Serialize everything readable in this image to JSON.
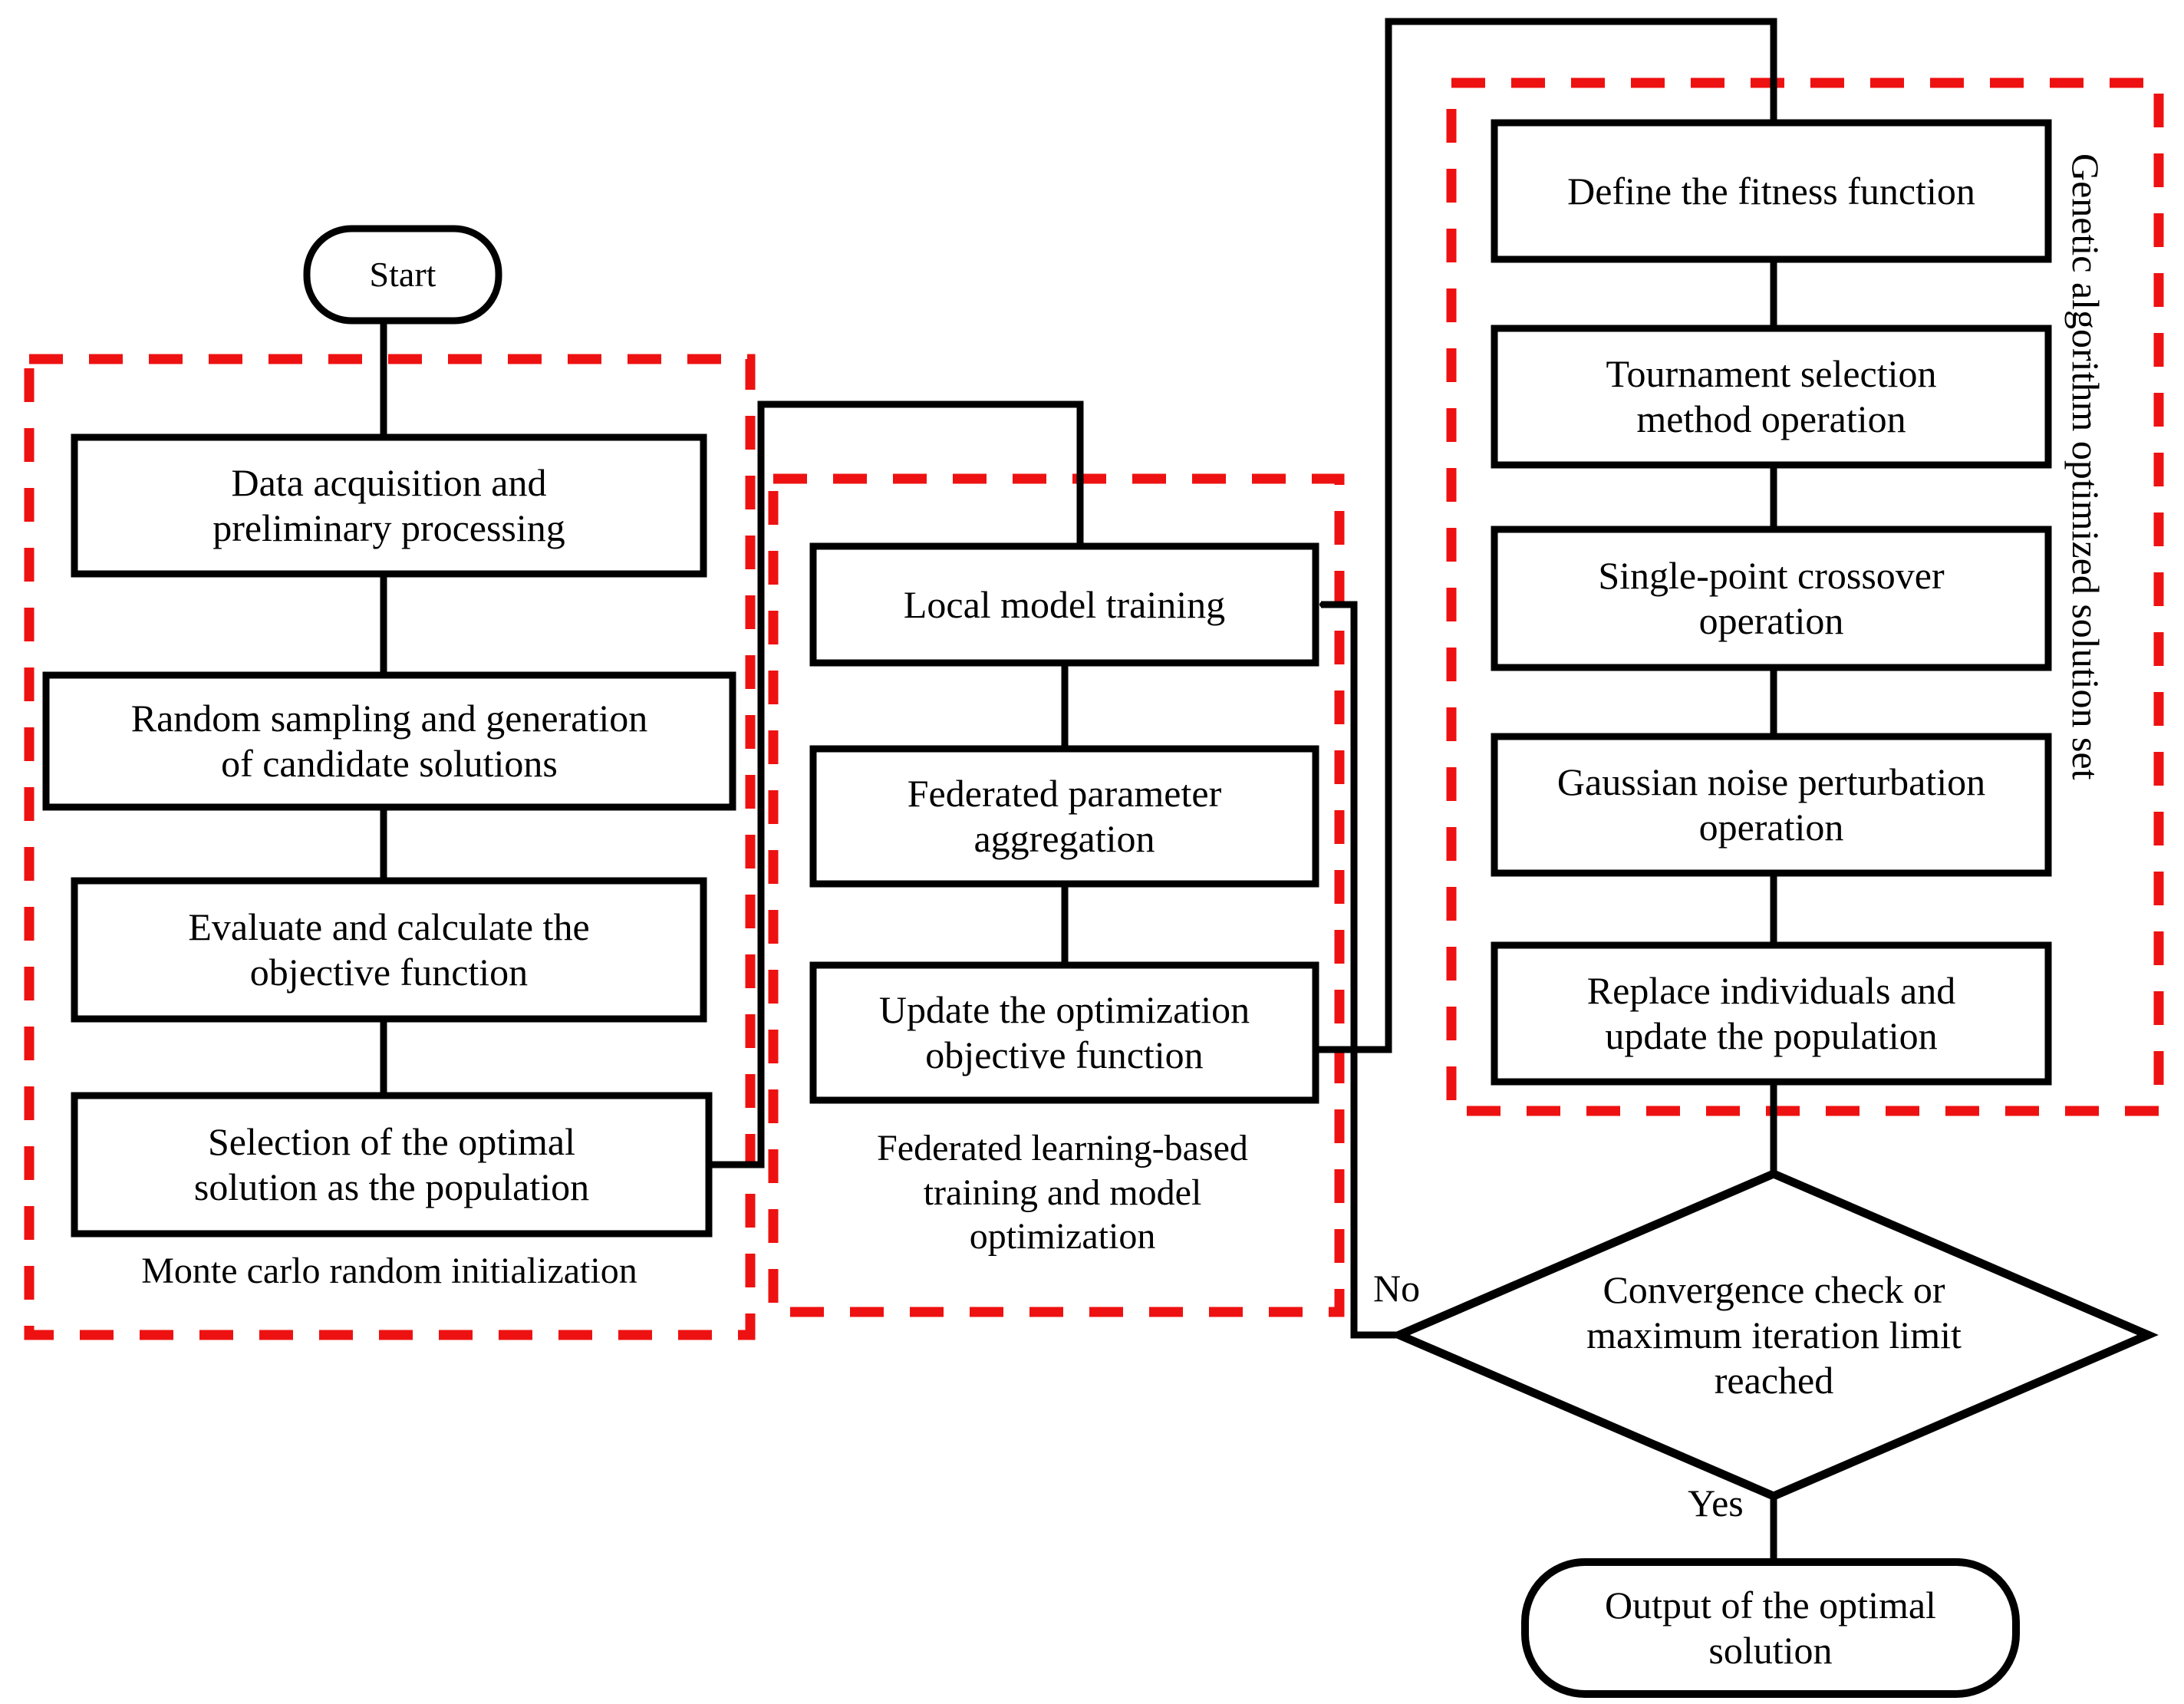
{
  "diagram": {
    "title": "Monte Carlo + Federated Learning + Genetic Algorithm optimization flowchart",
    "colors": {
      "stroke": "#000000",
      "group_border": "#ee1111",
      "background": "#ffffff"
    },
    "terminals": {
      "start": "Start",
      "output": "Output of the optimal\nsolution"
    },
    "groups": [
      {
        "id": "monte-carlo",
        "caption": "Monte carlo random initialization",
        "border_color": "#ee1111"
      },
      {
        "id": "federated-learning",
        "caption": "Federated learning-based\ntraining and model\noptimization",
        "border_color": "#ee1111"
      },
      {
        "id": "genetic-algorithm",
        "caption": "Genetic algorithm optimized solution set",
        "orientation": "vertical",
        "border_color": "#ee1111"
      }
    ],
    "monte_carlo_steps": [
      {
        "id": "data-acquisition",
        "label": "Data acquisition and\npreliminary processing"
      },
      {
        "id": "random-sampling",
        "label": "Random sampling and generation\nof candidate solutions"
      },
      {
        "id": "evaluate-objective",
        "label": "Evaluate and calculate the\nobjective function"
      },
      {
        "id": "select-optimal",
        "label": "Selection of the optimal\nsolution as the population"
      }
    ],
    "federated_steps": [
      {
        "id": "local-model-training",
        "label": "Local model training"
      },
      {
        "id": "federated-aggregation",
        "label": "Federated parameter\naggregation"
      },
      {
        "id": "update-objective",
        "label": "Update the optimization\nobjective function"
      }
    ],
    "genetic_steps": [
      {
        "id": "define-fitness",
        "label": "Define the fitness function"
      },
      {
        "id": "tournament-selection",
        "label": "Tournament selection\nmethod operation"
      },
      {
        "id": "single-point-crossover",
        "label": "Single-point crossover\noperation"
      },
      {
        "id": "gaussian-noise",
        "label": "Gaussian noise perturbation\noperation"
      },
      {
        "id": "replace-individuals",
        "label": "Replace individuals and\nupdate the population"
      }
    ],
    "decision": {
      "id": "convergence-check",
      "label": "Convergence check or\nmaximum iteration limit\nreached",
      "branch_no": "No",
      "branch_yes": "Yes"
    }
  }
}
